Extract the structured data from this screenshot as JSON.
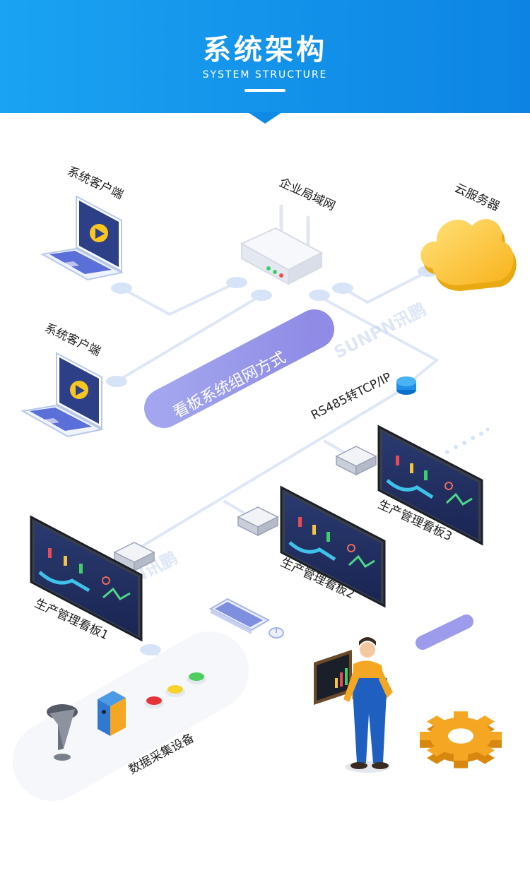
{
  "header": {
    "title": "系统架构",
    "subtitle": "SYSTEM STRUCTURE"
  },
  "labels": {
    "client_top": "系统客户端",
    "client_mid": "系统客户端",
    "router": "企业局域网",
    "cloud": "云服务器",
    "network_banner": "看板系统组网方式",
    "converter": "RS485转TCP/IP",
    "board1": "生产管理看板1",
    "board2": "生产管理看板2",
    "board3": "生产管理看板3",
    "data_collect": "数据采集设备"
  },
  "watermark": "SUNPN讯鹏",
  "colors": {
    "header": "#1296ea",
    "line": "#d8e2f5",
    "node": "#d6e2f7",
    "banner": "#9d9bec",
    "cloud": "#ffc936",
    "gear": "#f5a623",
    "screen": "#1a2340"
  }
}
